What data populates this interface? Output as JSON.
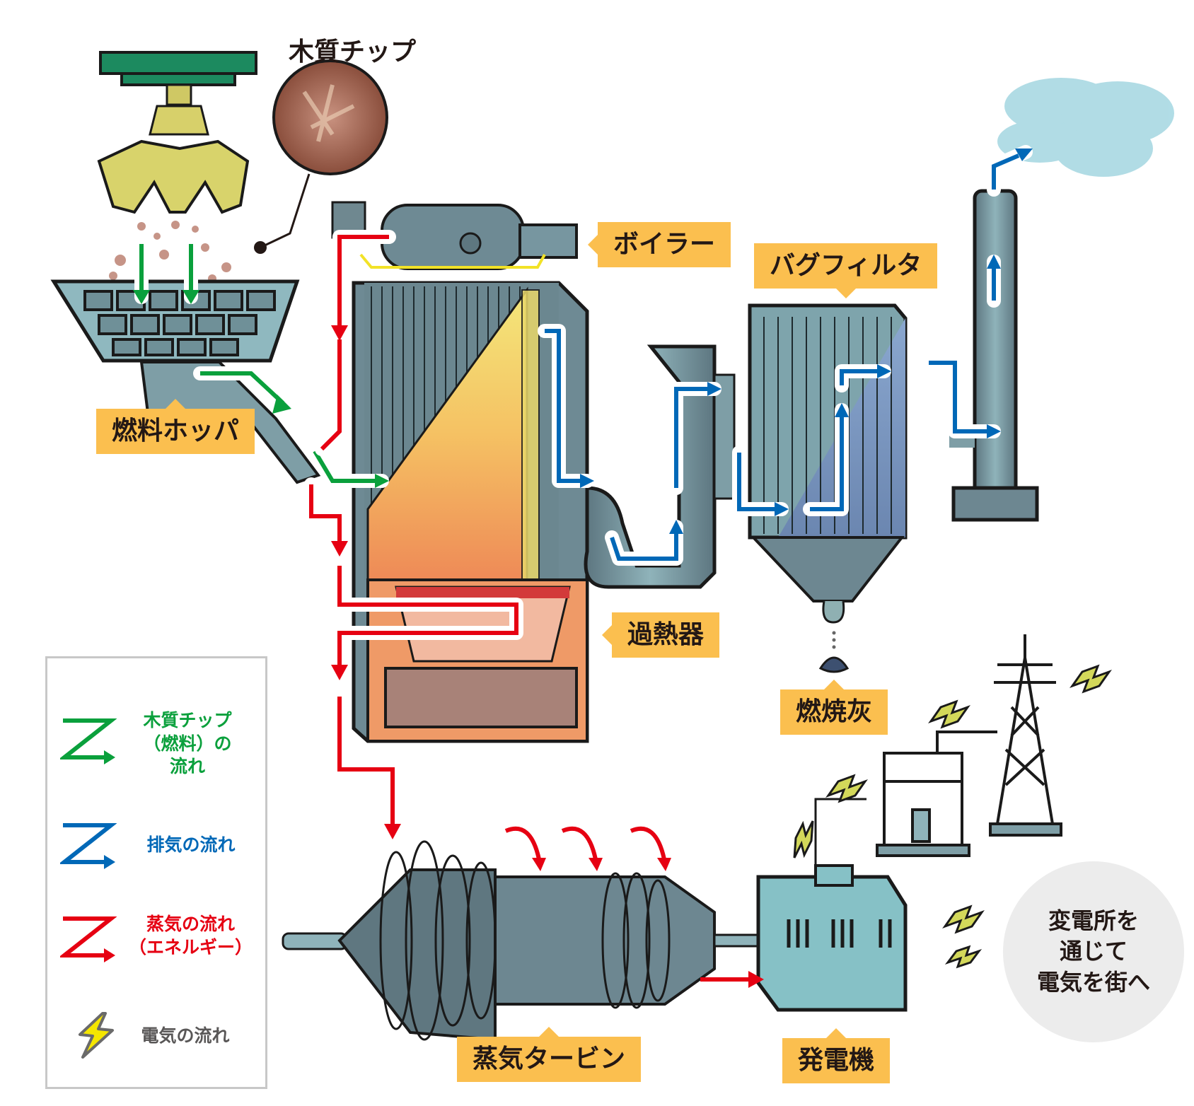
{
  "diagram": {
    "title": "Woody biomass power generation flow",
    "chip_callout": "木質チップ",
    "labels": {
      "fuel_hopper": "燃料ホッパ",
      "boiler": "ボイラー",
      "bag_filter": "バグフィルタ",
      "superheater": "過熱器",
      "combustion_ash": "燃焼灰",
      "steam_turbine": "蒸気タービン",
      "generator": "発電機"
    },
    "substation_note": [
      "変電所を",
      "通じて",
      "電気を街へ"
    ],
    "legend": [
      {
        "icon": "green-z-arrow",
        "lines": [
          "木質チップ",
          "（燃料）の",
          "流れ"
        ],
        "color": "#0aa03c"
      },
      {
        "icon": "blue-z-arrow",
        "lines": [
          "排気の流れ"
        ],
        "color": "#0068b7"
      },
      {
        "icon": "red-z-arrow",
        "lines": [
          "蒸気の流れ",
          "（エネルギー）"
        ],
        "color": "#e60012"
      },
      {
        "icon": "lightning-icon",
        "lines": [
          "電気の流れ"
        ],
        "color": "#595757"
      }
    ],
    "colors": {
      "label_bg": "#fbbf4f",
      "fuel_flow": "#0aa03c",
      "exhaust_flow": "#0068b7",
      "steam_flow": "#e60012",
      "electric": "#f5e600",
      "equipment": "#7a9aa3",
      "bubble_bg": "#ececec"
    }
  }
}
